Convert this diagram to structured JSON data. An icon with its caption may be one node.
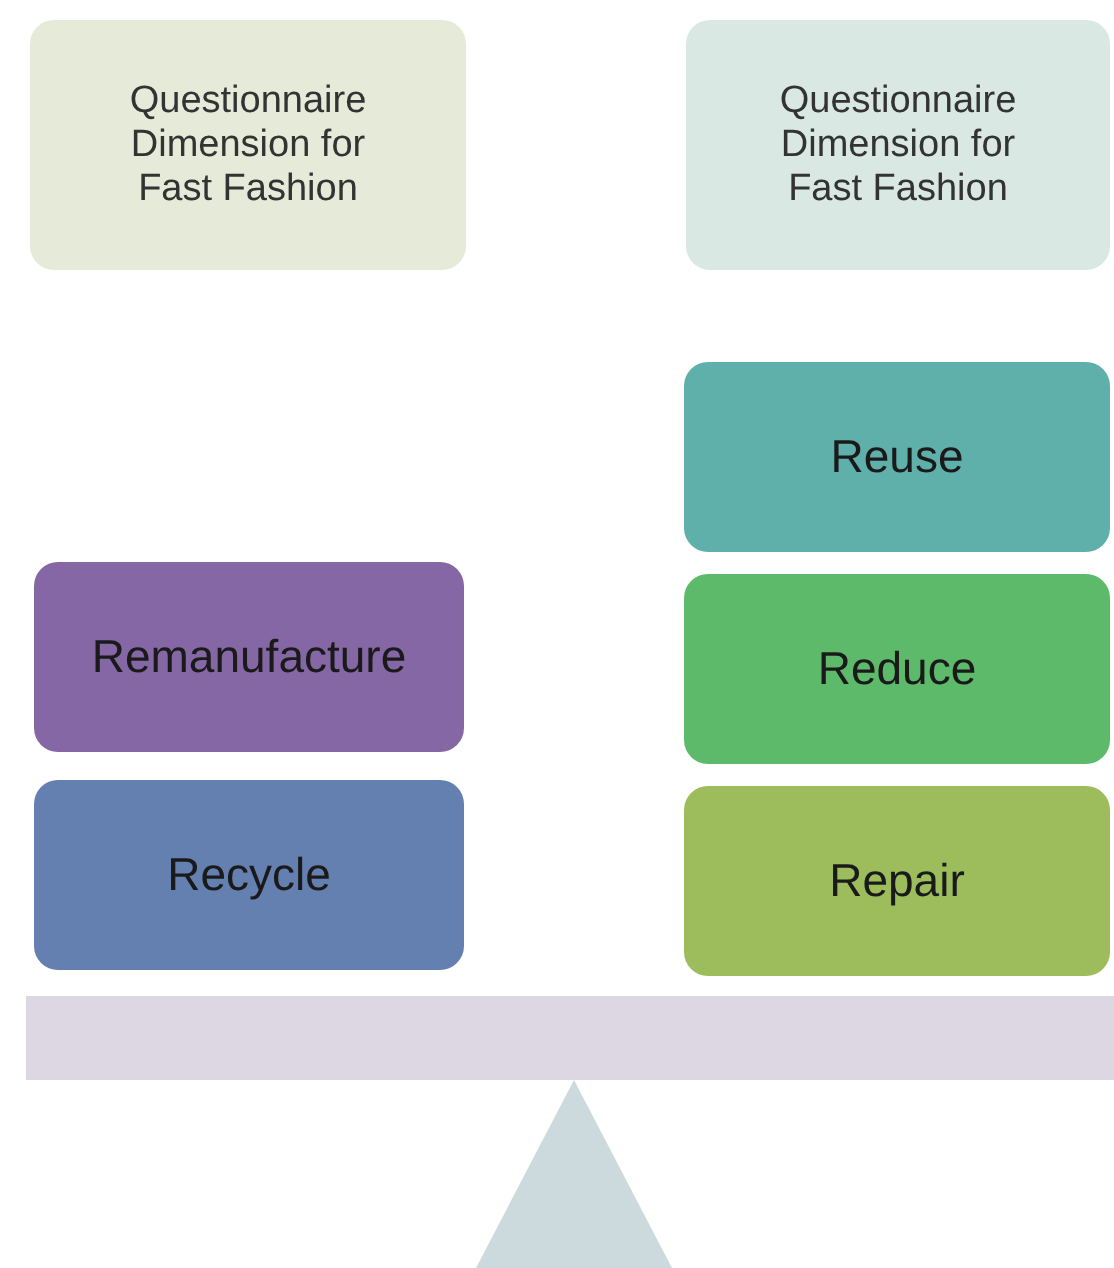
{
  "diagram": {
    "nodes": [
      {
        "text": [
          "Questionnaire Dimension for Fast Fashion"
        ]
      },
      {
        "text": [
          "Questionnaire Dimension for Fast Fashion"
        ]
      },
      {
        "text": [
          "Reuse"
        ]
      },
      {
        "text": [
          "Remanufacture"
        ]
      },
      {
        "text": [
          "Reduce"
        ]
      },
      {
        "text": [
          "Recycle"
        ]
      },
      {
        "text": [
          "Repair"
        ]
      },
      {
        "text": [],
        "shape": "bar"
      },
      {
        "text": [],
        "shape": "triangle"
      }
    ],
    "edges": []
  }
}
